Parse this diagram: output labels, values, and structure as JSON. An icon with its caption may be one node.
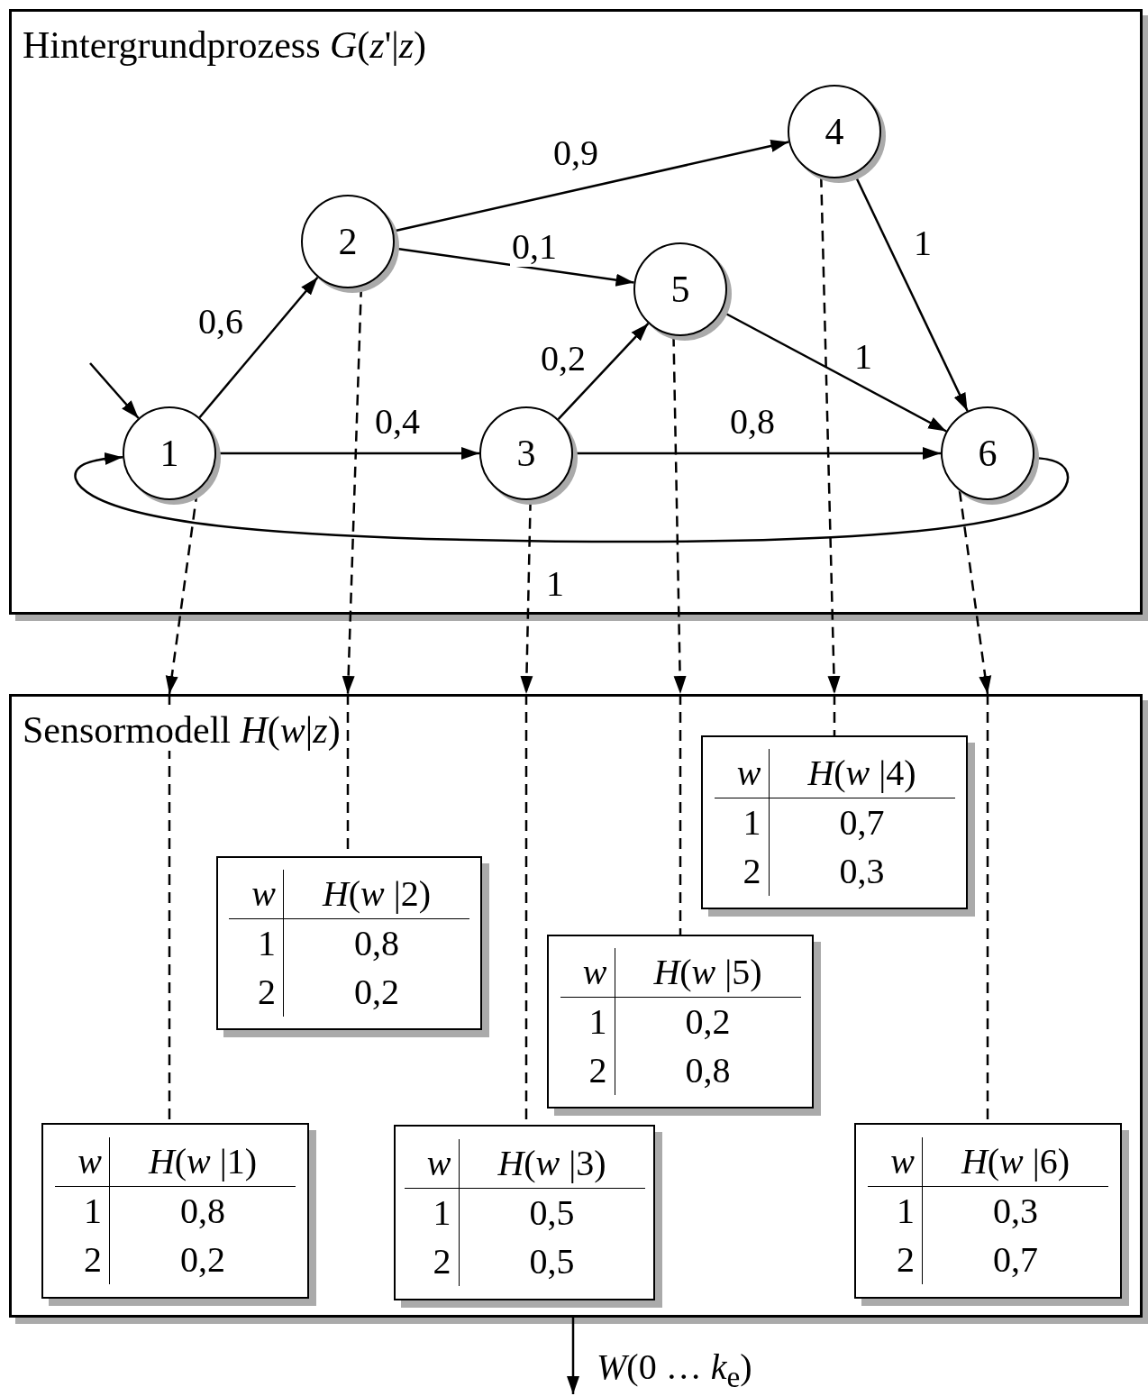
{
  "diagram": {
    "nodes": [
      {
        "text": [
          "Hintergrundprozess *G*(*z*'|*z*)"
        ]
      },
      {
        "text": [
          "1"
        ],
        "in": 0
      },
      {
        "text": [
          "2"
        ],
        "in": 0
      },
      {
        "text": [
          "3"
        ],
        "in": 0
      },
      {
        "text": [
          "4"
        ],
        "in": 0
      },
      {
        "text": [
          "5"
        ],
        "in": 0
      },
      {
        "text": [
          "6"
        ],
        "in": 0
      },
      {
        "text": [
          "Sensormodell *H*(*w*|*z*)"
        ]
      },
      {
        "text": [
          "w",
          "*H*(*w* |1)",
          "1",
          "0,8",
          "2",
          "0,2"
        ],
        "in": 7
      },
      {
        "text": [
          "w",
          "*H*(*w* |2)",
          "1",
          "0,8",
          "2",
          "0,2"
        ],
        "in": 7
      },
      {
        "text": [
          "w",
          "*H*(*w* |3)",
          "1",
          "0,5",
          "2",
          "0,5"
        ],
        "in": 7
      },
      {
        "text": [
          "w",
          "*H*(*w* |4)",
          "1",
          "0,7",
          "2",
          "0,3"
        ],
        "in": 7
      },
      {
        "text": [
          "w",
          "*H*(*w* |5)",
          "1",
          "0,2",
          "2",
          "0,8"
        ],
        "in": 7
      },
      {
        "text": [
          "w",
          "*H*(*w* |6)",
          "1",
          "0,3",
          "2",
          "0,7"
        ],
        "in": 7
      }
    ],
    "edges": [
      {
        "from": null,
        "to": 1,
        "arrow": "to"
      },
      {
        "from": 1,
        "to": 2,
        "arrow": "to",
        "label": "0,6"
      },
      {
        "from": 1,
        "to": 3,
        "arrow": "to",
        "label": "0,4"
      },
      {
        "from": 2,
        "to": 4,
        "arrow": "to",
        "label": "0,9"
      },
      {
        "from": 2,
        "to": 5,
        "arrow": "to",
        "label": "0,1"
      },
      {
        "from": 3,
        "to": 5,
        "arrow": "to",
        "label": "0,2"
      },
      {
        "from": 3,
        "to": 6,
        "arrow": "to",
        "label": "0,8"
      },
      {
        "from": 4,
        "to": 6,
        "arrow": "to",
        "label": "1"
      },
      {
        "from": 5,
        "to": 6,
        "arrow": "to",
        "label": "1"
      },
      {
        "from": 6,
        "to": 1,
        "arrow": "to",
        "label": "1"
      },
      {
        "from": 1,
        "to": 7,
        "arrow": "to",
        "style": "dashed"
      },
      {
        "from": 7,
        "to": 8,
        "arrow": "none",
        "style": "dashed"
      },
      {
        "from": 2,
        "to": 7,
        "arrow": "to",
        "style": "dashed"
      },
      {
        "from": 7,
        "to": 9,
        "arrow": "none",
        "style": "dashed"
      },
      {
        "from": 3,
        "to": 7,
        "arrow": "to",
        "style": "dashed"
      },
      {
        "from": 7,
        "to": 10,
        "arrow": "none",
        "style": "dashed"
      },
      {
        "from": 4,
        "to": 7,
        "arrow": "to",
        "style": "dashed"
      },
      {
        "from": 7,
        "to": 11,
        "arrow": "none",
        "style": "dashed"
      },
      {
        "from": 5,
        "to": 7,
        "arrow": "to",
        "style": "dashed"
      },
      {
        "from": 7,
        "to": 12,
        "arrow": "none",
        "style": "dashed"
      },
      {
        "from": 6,
        "to": 7,
        "arrow": "to",
        "style": "dashed"
      },
      {
        "from": 7,
        "to": 13,
        "arrow": "none",
        "style": "dashed"
      },
      {
        "from": 7,
        "to": null,
        "arrow": "to",
        "label": "*W*(0 … *k*$_{e}$)"
      }
    ]
  }
}
